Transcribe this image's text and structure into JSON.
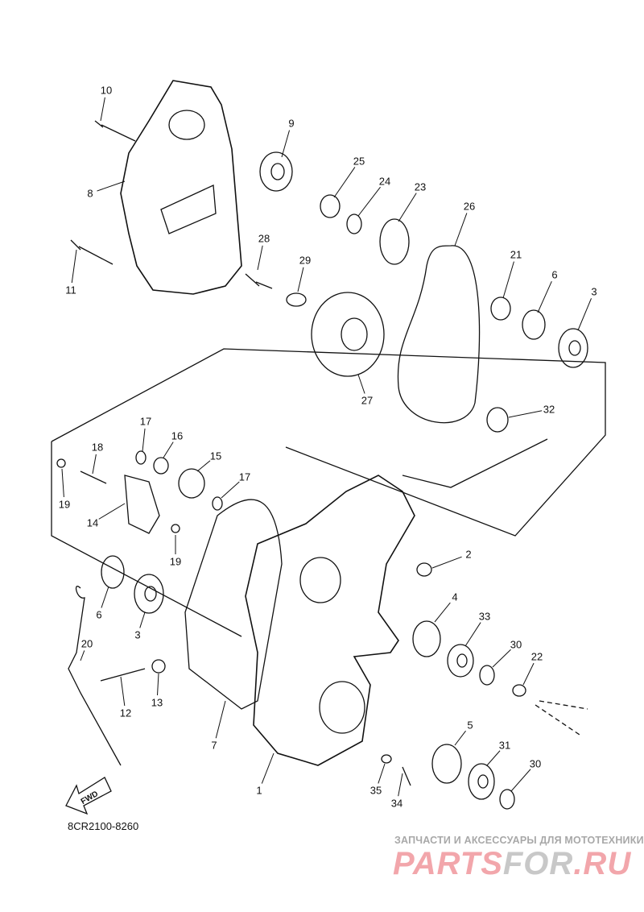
{
  "callouts": [
    "10",
    "9",
    "25",
    "24",
    "23",
    "26",
    "8",
    "28",
    "29",
    "21",
    "6",
    "3",
    "11",
    "27",
    "32",
    "17",
    "16",
    "18",
    "15",
    "17",
    "19",
    "14",
    "2",
    "19",
    "4",
    "6",
    "33",
    "3",
    "30",
    "20",
    "22",
    "13",
    "12",
    "7",
    "5",
    "31",
    "30",
    "1",
    "35",
    "34"
  ],
  "fwd_label": "FWD",
  "diagram_code": "8CR2100-8260",
  "watermark": {
    "subtitle": "ЗАПЧАСТИ И АКСЕССУАРЫ ДЛЯ МОТОТЕХНИКИ",
    "part1": "PARTS",
    "part2": "FOR",
    "part3": ".RU"
  }
}
